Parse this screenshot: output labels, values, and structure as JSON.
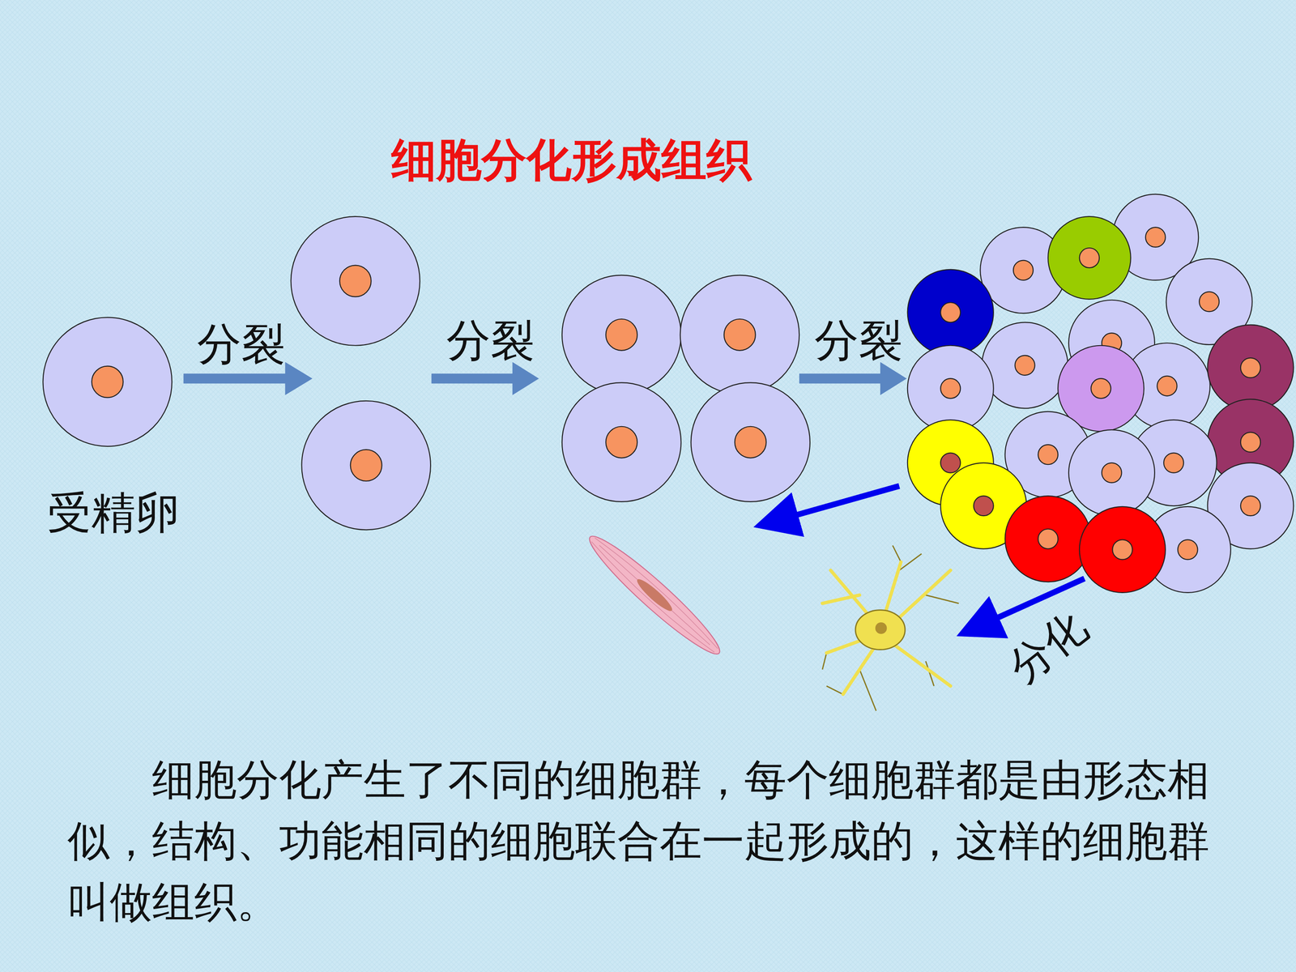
{
  "diagram": {
    "title": "细胞分化形成组织",
    "caption": "细胞分化产生了不同的细胞群，每个细胞群都是由形态相似，结构、功能相同的细胞联合在一起形成的，这样的细胞群叫做组织。",
    "labels": [
      "分裂",
      "分裂",
      "分裂",
      "受精卵",
      "分化"
    ]
  }
}
